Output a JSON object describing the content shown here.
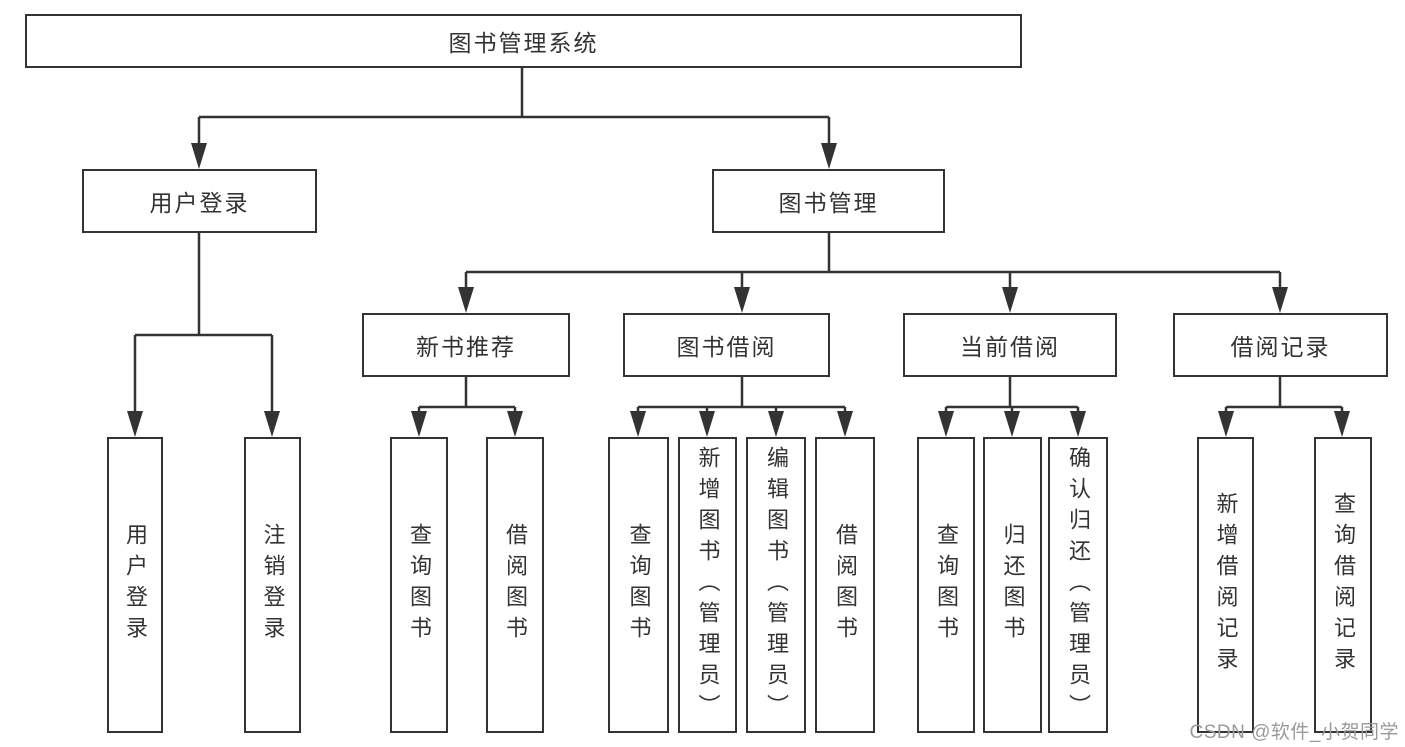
{
  "diagram": {
    "root": "图书管理系统",
    "level2": [
      "用户登录",
      "图书管理"
    ],
    "level3": [
      "新书推荐",
      "图书借阅",
      "当前借阅",
      "借阅记录"
    ],
    "user_login_leaves": [
      "用户登录",
      "注销登录"
    ],
    "new_book_leaves": [
      "查询图书",
      "借阅图书"
    ],
    "book_borrow_leaves": [
      "查询图书",
      "新增图书（管理员）",
      "编辑图书（管理员）",
      "借阅图书"
    ],
    "current_borrow_leaves": [
      "查询图书",
      "归还图书",
      "确认归还（管理员）"
    ],
    "borrow_record_leaves": [
      "新增借阅记录",
      "查询借阅记录"
    ],
    "colors": {
      "line": "#333333",
      "box_border": "#333333",
      "box_fill": "#ffffff",
      "text": "#333333",
      "watermark": "#9a9a9a",
      "background": "#ffffff"
    }
  },
  "watermark": "CSDN @软件_小贺同学"
}
